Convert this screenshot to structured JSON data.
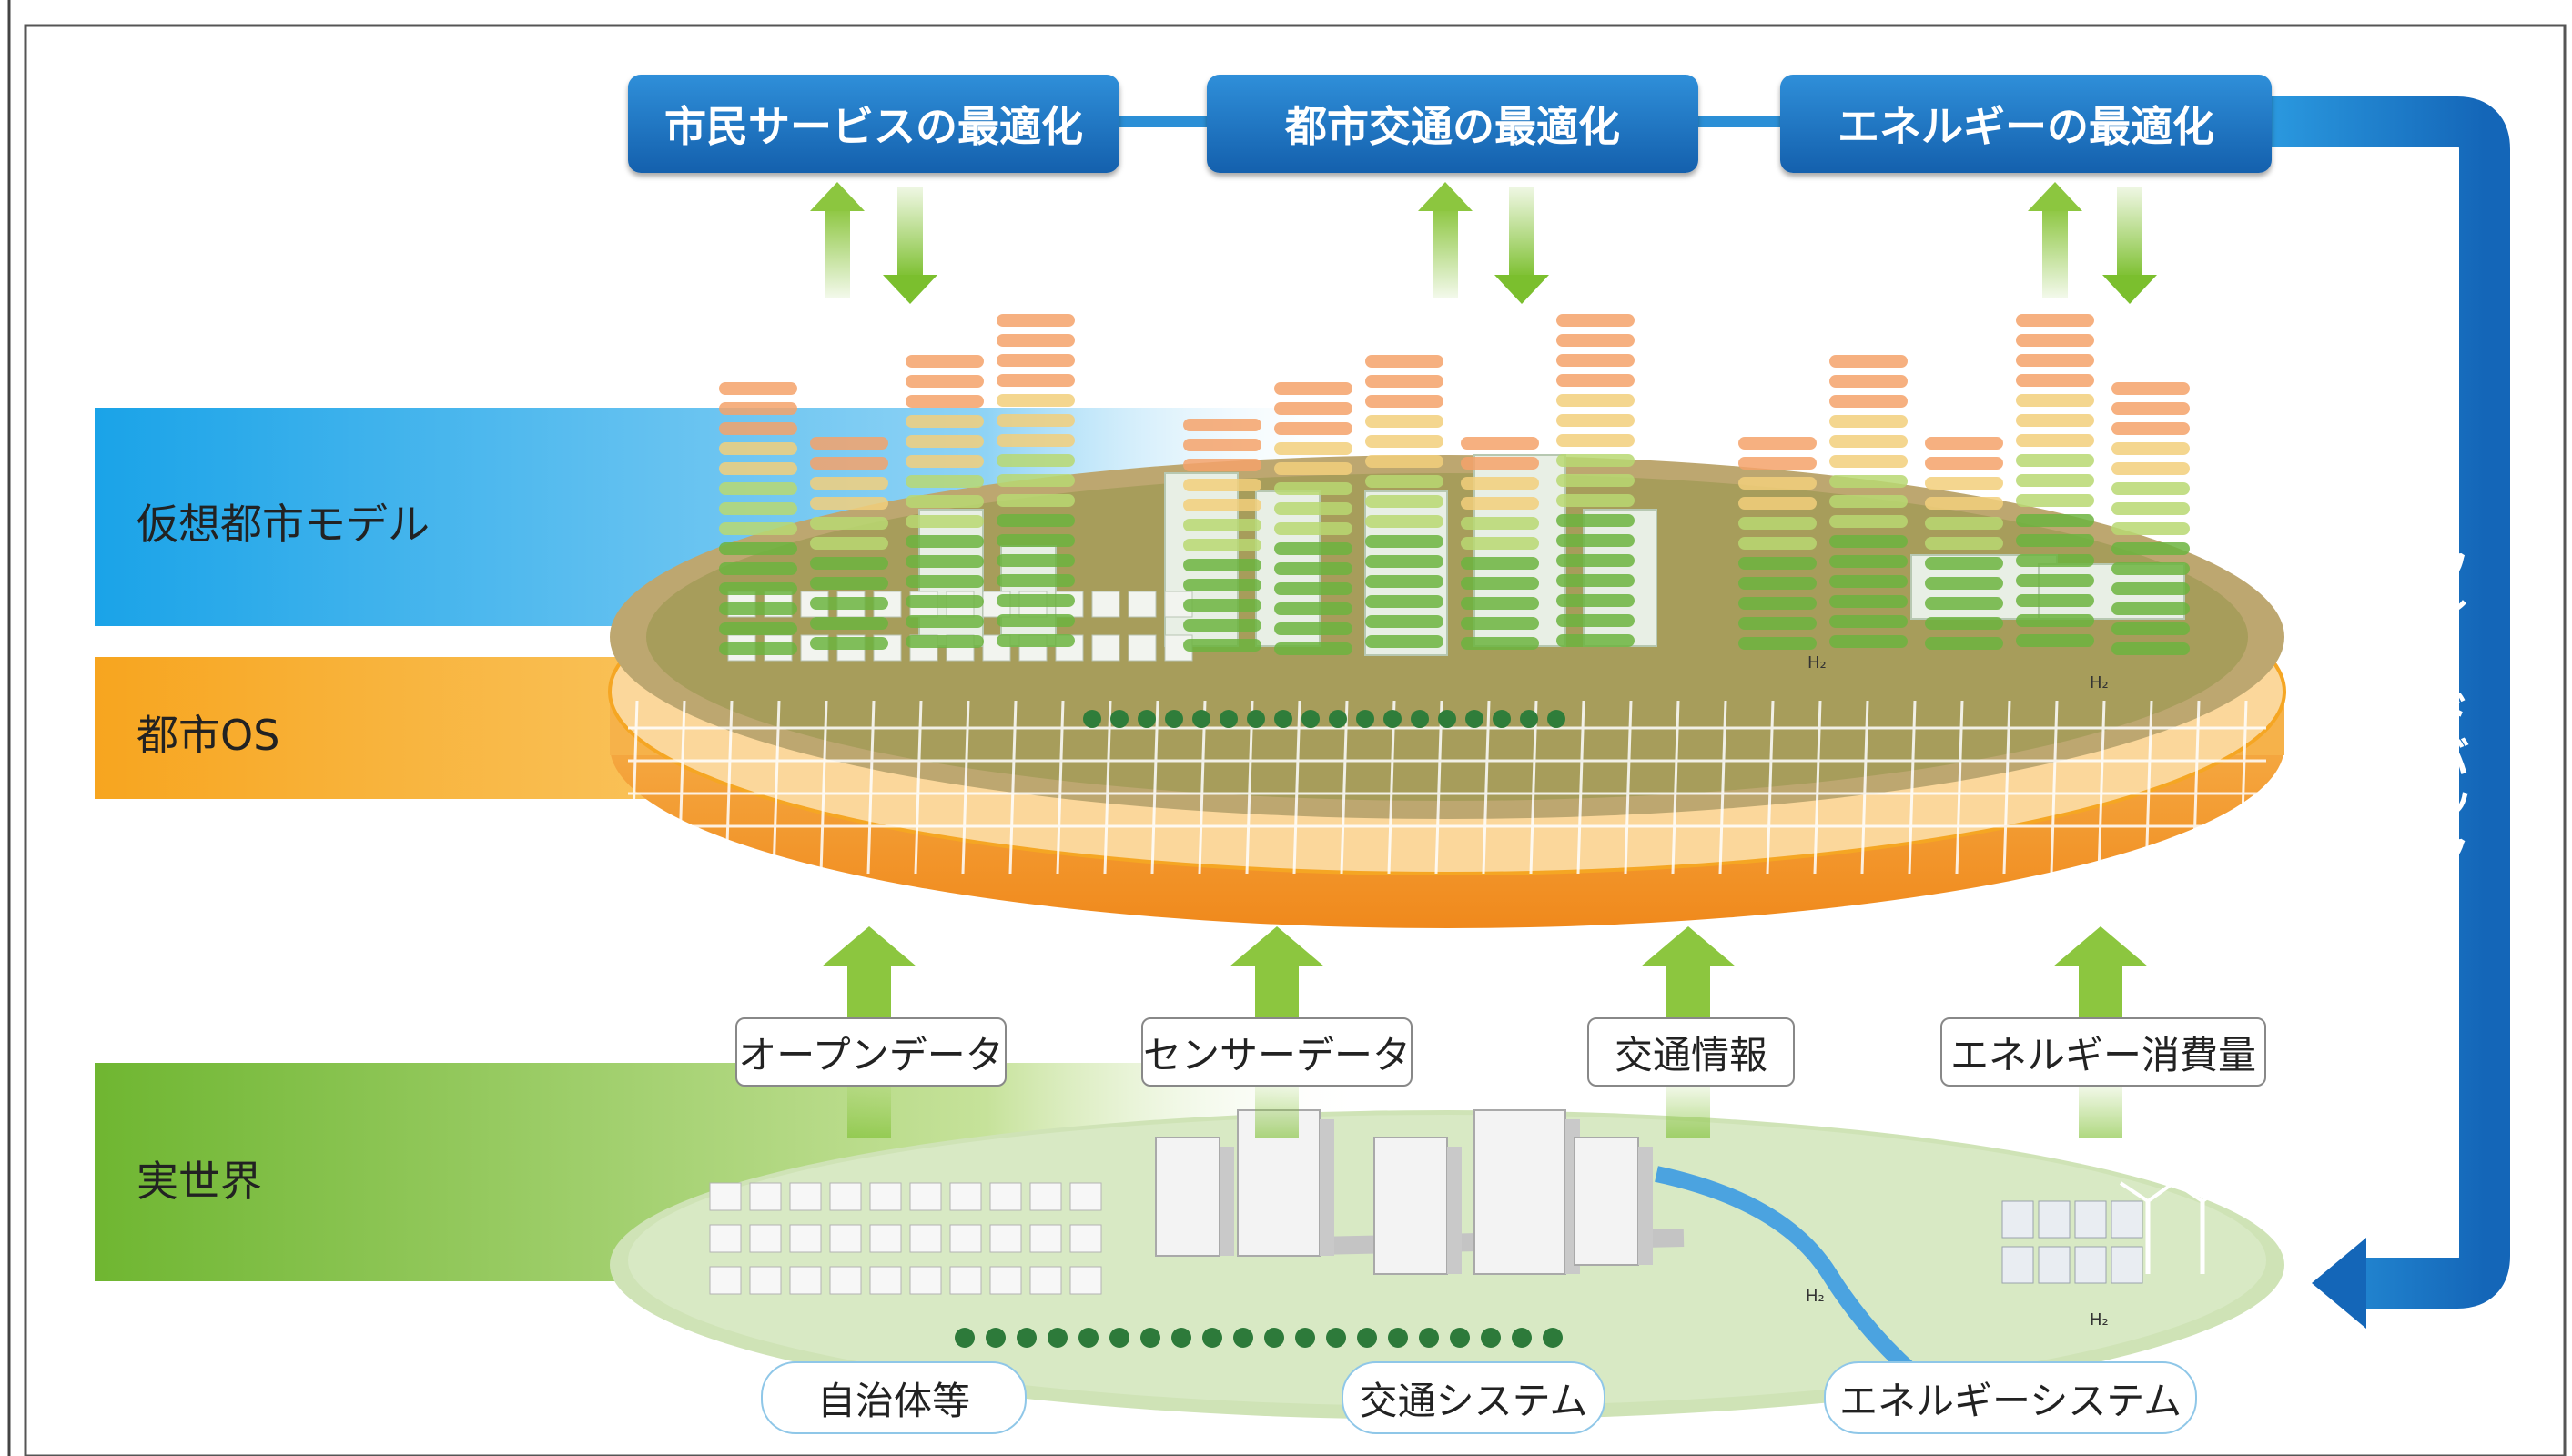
{
  "optimizations": [
    {
      "label": "市民サービスの最適化"
    },
    {
      "label": "都市交通の最適化"
    },
    {
      "label": "エネルギーの最適化"
    }
  ],
  "bands": {
    "virtual": "仮想都市モデル",
    "os": "都市OS",
    "real": "実世界"
  },
  "data_sources": [
    {
      "label": "オープンデータ"
    },
    {
      "label": "センサーデータ"
    },
    {
      "label": "交通情報"
    },
    {
      "label": "エネルギー消費量"
    }
  ],
  "systems": [
    {
      "label": "自治体等"
    },
    {
      "label": "交通システム"
    },
    {
      "label": "エネルギーシステム"
    }
  ],
  "feedback": "フィードバック",
  "h2_marks": [
    "H₂",
    "H₂",
    "H₂",
    "H₂"
  ],
  "colors": {
    "blue_button": "#1a6fbf",
    "virtual_band": "#29a8e6",
    "os_band": "#f5a623",
    "real_band": "#7cbd3a",
    "arrow_green": "#8cc63f",
    "feedback_blue": "#1d7fcf"
  }
}
